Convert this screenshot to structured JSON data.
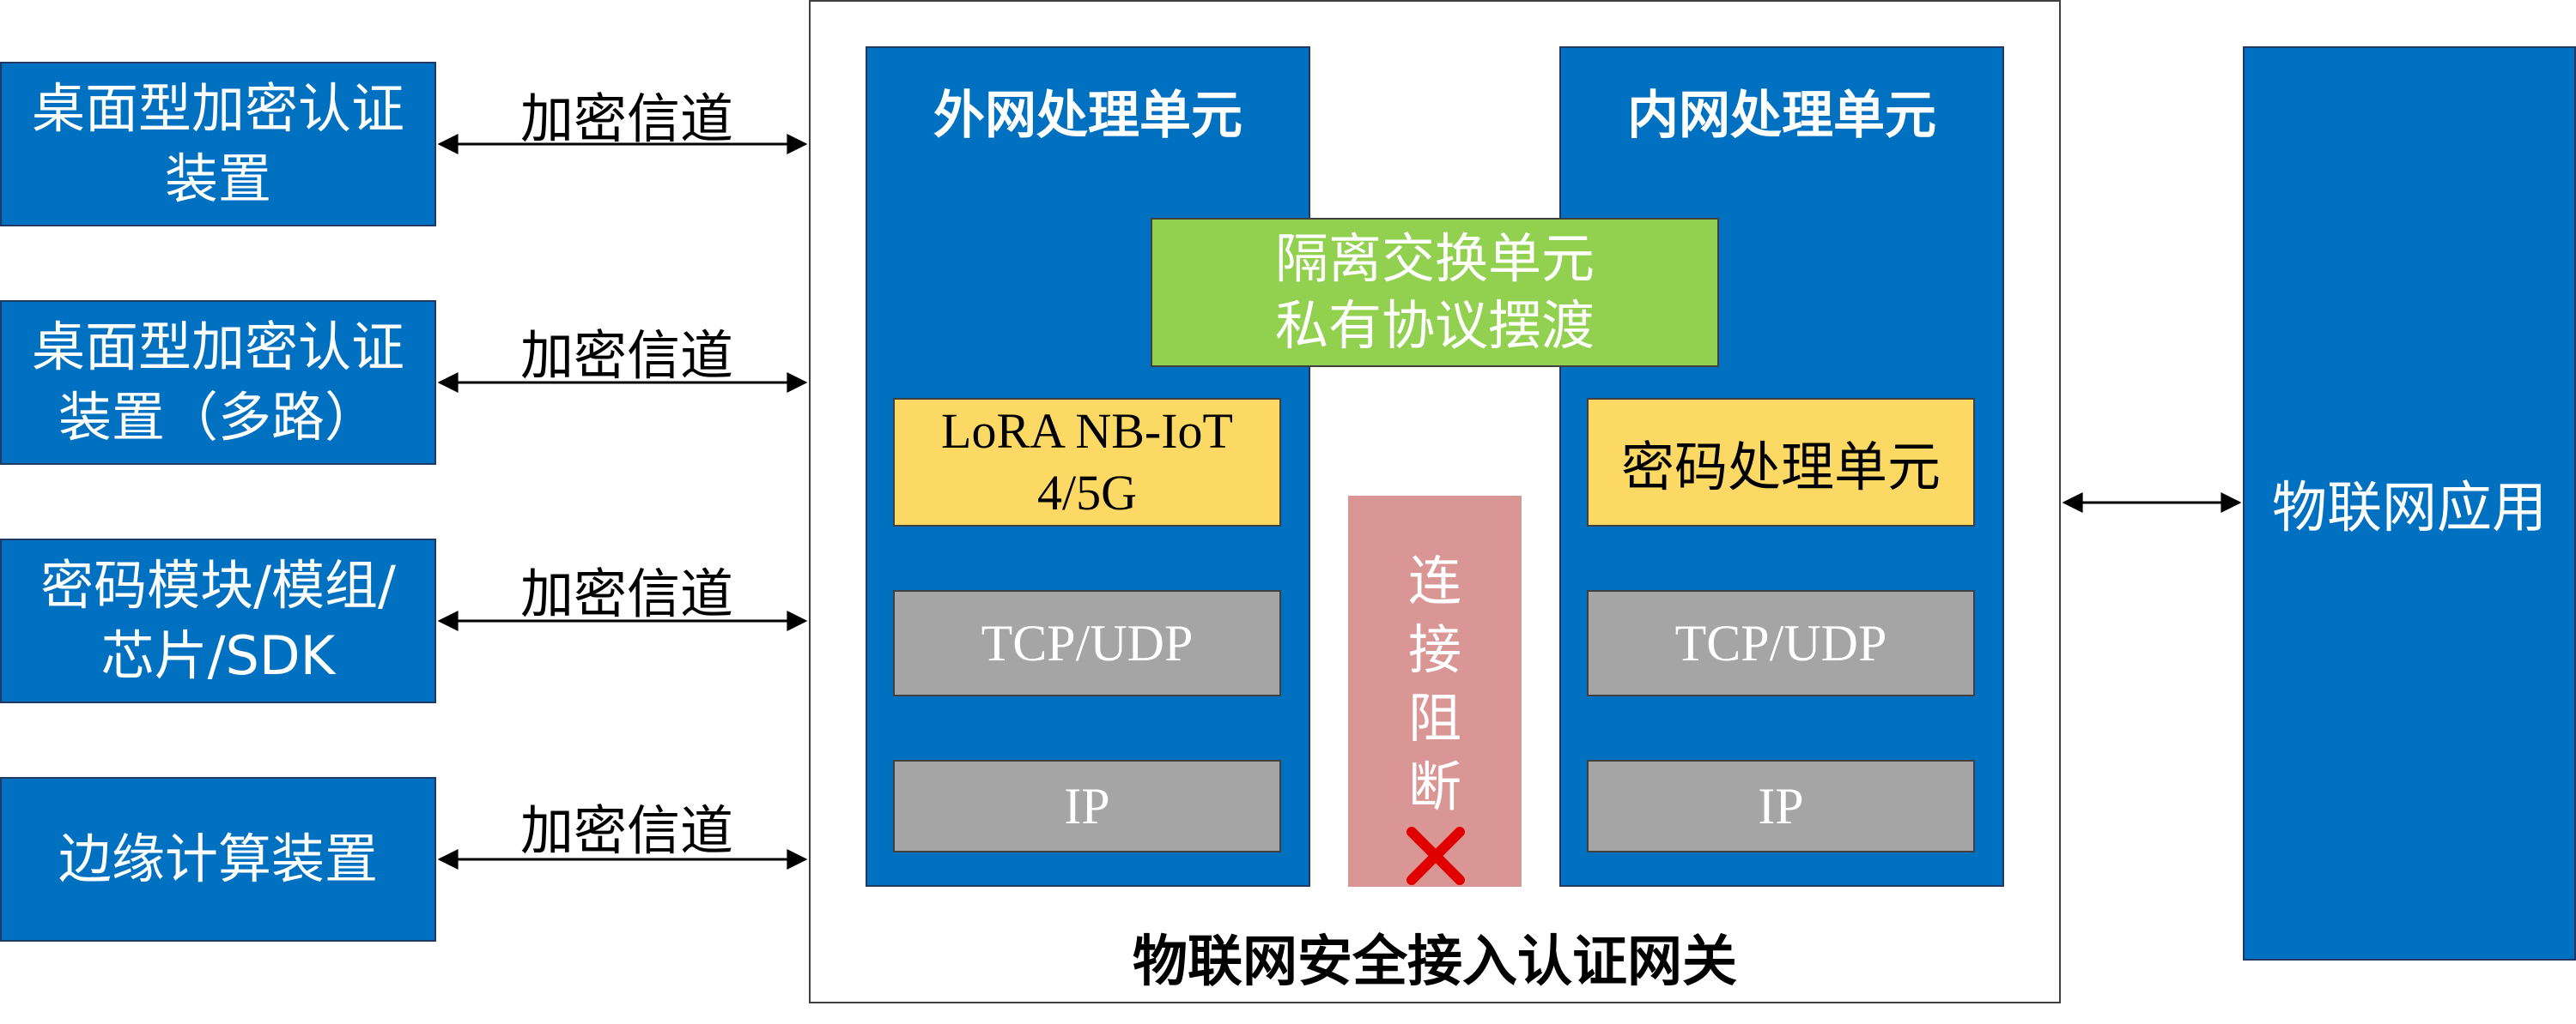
{
  "devices": [
    {
      "label": "桌面型加密认证\n装置"
    },
    {
      "label": "桌面型加密认证\n装置（多路）"
    },
    {
      "label": "密码模块/模组/\n芯片/SDK"
    },
    {
      "label": "边缘计算装置"
    }
  ],
  "channels": [
    {
      "label": "加密信道"
    },
    {
      "label": "加密信道"
    },
    {
      "label": "加密信道"
    },
    {
      "label": "加密信道"
    }
  ],
  "gateway": {
    "title": "物联网安全接入认证网关",
    "outer_unit": {
      "title": "外网处理单元",
      "wireless": "LoRA NB-IoT\n4/5G",
      "tcp": "TCP/UDP",
      "ip": "IP"
    },
    "inner_unit": {
      "title": "内网处理单元",
      "crypto": "密码处理单元",
      "tcp": "TCP/UDP",
      "ip": "IP"
    },
    "isolation": "隔离交换单元\n私有协议摆渡",
    "block": "连\n接\n阻\n断"
  },
  "app": {
    "label": "物联网应用"
  },
  "colors": {
    "blue": "#0070c0",
    "green": "#92d050",
    "yellow": "#fcd965",
    "gray": "#a5a5a5",
    "pink": "#d99694",
    "cross": "#e00000"
  }
}
